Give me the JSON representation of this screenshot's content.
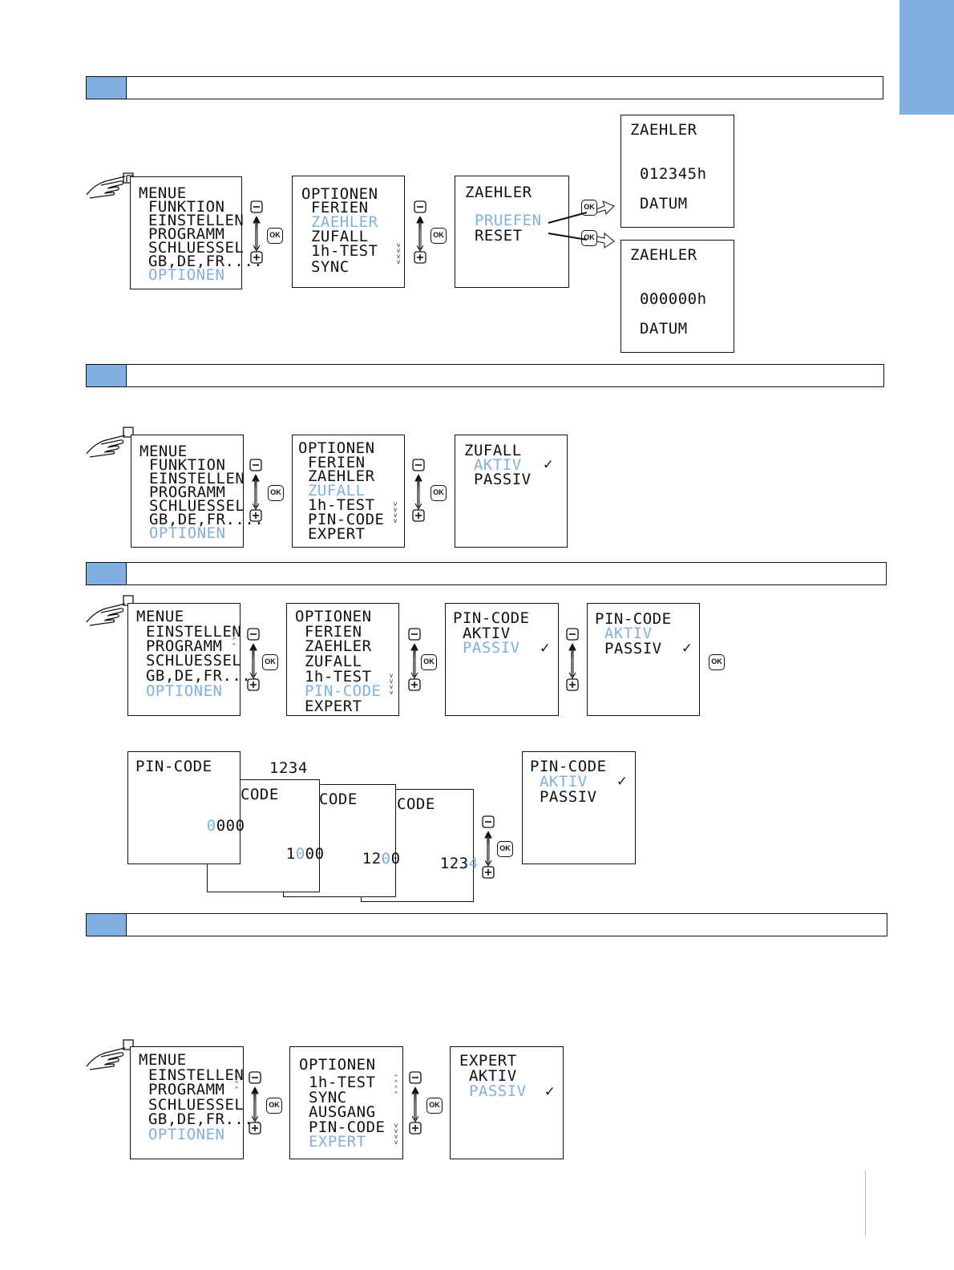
{
  "colors": {
    "accent": "#7fb0e0",
    "tab": "#7fb0e0",
    "text": "#111111",
    "rule": "#b9b9b9"
  },
  "icons": {
    "hand": "pointing-hand-icon",
    "minus": "minus-icon",
    "plus": "plus-icon",
    "ok": "ok-button-icon",
    "arrow": "arrow-icon"
  },
  "controls": {
    "minus": "−",
    "plus": "+",
    "ok": "OK"
  },
  "menu_a": [
    "MENUE",
    " FUNKTION",
    " EINSTELLEN",
    " PROGRAMM",
    " SCHLUESSEL",
    " GB,DE,FR....",
    " OPTIONEN"
  ],
  "menu_b": [
    "MENUE",
    " EINSTELLEN",
    " PROGRAMM",
    " SCHLUESSEL",
    " GB,DE,FR....",
    " OPTIONEN"
  ],
  "s1": {
    "opt": [
      "OPTIONEN",
      " FERIEN",
      " ZAEHLER",
      " ZUFALL",
      " 1h-TEST",
      " SYNC"
    ],
    "zaehler": [
      "ZAEHLER",
      "",
      "",
      " PRUEFEN",
      " RESET"
    ],
    "check": {
      "title": "ZAEHLER",
      "value": " 012345h",
      "date": " DATUM"
    },
    "reset": {
      "title": "ZAEHLER",
      "value": " 000000h",
      "date": " DATUM"
    }
  },
  "s2": {
    "opt": [
      "OPTIONEN",
      " FERIEN",
      " ZAEHLER",
      " ZUFALL",
      " 1h-TEST",
      " PIN-CODE",
      " EXPERT"
    ],
    "zufall": [
      "ZUFALL",
      " AKTIV",
      " PASSIV"
    ],
    "check": "✓"
  },
  "s3": {
    "opt": [
      "OPTIONEN",
      " FERIEN",
      " ZAEHLER",
      " ZUFALL",
      " 1h-TEST",
      " PIN-CODE",
      " EXPERT"
    ],
    "pin1": [
      "PIN-CODE",
      " AKTIV",
      " PASSIV"
    ],
    "pin2": [
      "PIN-CODE",
      " AKTIV",
      " PASSIV"
    ],
    "check": "✓",
    "entry": {
      "title": "PIN-CODE",
      "code_label": "1234",
      "d1": [
        "0",
        "0",
        "0",
        "0"
      ],
      "t2": "CODE",
      "d2": [
        "1",
        "0",
        "0",
        "0"
      ],
      "t3": "CODE",
      "d3": [
        "1",
        "2",
        "0",
        "0"
      ],
      "t4": "CODE",
      "d4": [
        "1",
        "2",
        "3",
        "4"
      ]
    },
    "final": [
      "PIN-CODE",
      " AKTIV",
      " PASSIV"
    ]
  },
  "s4": {
    "opt": [
      "OPTIONEN",
      " 1h-TEST",
      " SYNC",
      " AUSGANG",
      " PIN-CODE",
      " EXPERT"
    ],
    "expert": [
      "EXPERT",
      " AKTIV",
      " PASSIV"
    ],
    "check": "✓"
  }
}
